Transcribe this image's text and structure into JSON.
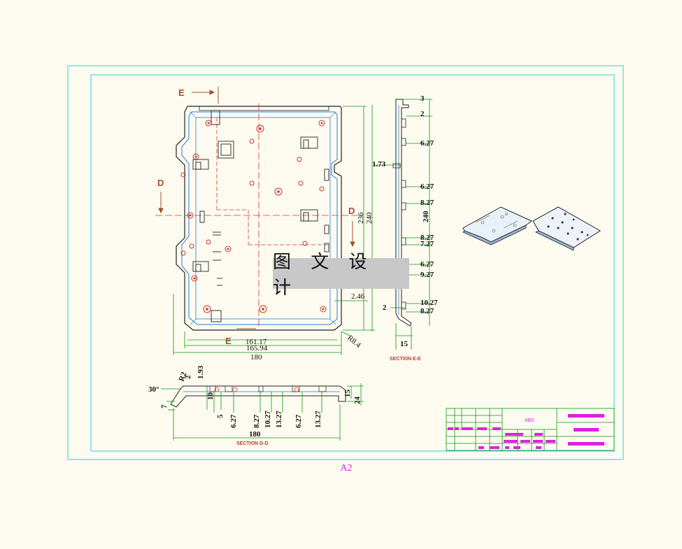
{
  "watermark": "图 文 设 计",
  "sheet_size": "A2",
  "view_labels": {
    "section_e": "E",
    "section_d": "D"
  },
  "section_titles": {
    "ee": "SECTION E-E",
    "dd": "SECTION D-D"
  },
  "front_view_dims": {
    "w161": "161.17",
    "w165": "165.94",
    "w180": "180",
    "h236": "236",
    "h240": "240",
    "r": "R8.4",
    "d246": "2.46"
  },
  "section_ee_dims": {
    "d3": "3",
    "d2a": "2",
    "d627a": "6.27",
    "d173": "1.73",
    "d627b": "6.27",
    "d827a": "8.27",
    "d240": "240",
    "d827b": "8.27",
    "d727": "7.27",
    "d627c": "6.27",
    "d927": "9.27",
    "d1027": "10.27",
    "d827c": "8.27",
    "d2b": "2",
    "d15": "15"
  },
  "section_dd_dims": {
    "d30": "30°",
    "d7": "7",
    "r2a": "R2",
    "d2": "2",
    "d193": "1.93",
    "d10": "10",
    "d5": "5",
    "d627a": "6.27",
    "d827": "8.27",
    "d1027": "10.27",
    "d1327a": "13.27",
    "d627b": "6.27",
    "d1327b": "13.27",
    "d15": "15",
    "d24": "24",
    "d180": "180"
  },
  "title_block": {
    "material": "ABS"
  }
}
